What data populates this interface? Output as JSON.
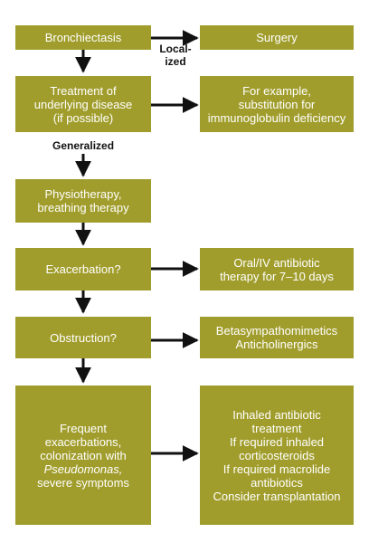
{
  "left_boxes": {
    "b1": [
      "Bronchiectasis"
    ],
    "b2": [
      "Treatment of",
      "underlying disease",
      "(if possible)"
    ],
    "b3": [
      "Physiotherapy,",
      "breathing therapy"
    ],
    "b4": [
      "Exacerbation?"
    ],
    "b5": [
      "Obstruction?"
    ],
    "b6": [
      "Frequent",
      "exacerbations,",
      "colonization with",
      "Pseudomonas,",
      "severe symptoms"
    ]
  },
  "right_boxes": {
    "r1": [
      "Surgery"
    ],
    "r2": [
      "For example,",
      "substitution for",
      "immunoglobulin deficiency"
    ],
    "r3": [
      "Oral/IV antibiotic",
      "therapy for 7–10 days"
    ],
    "r4": [
      "Betasympathomimetics",
      "Anticholinergics"
    ],
    "r5": [
      "Inhaled antibiotic",
      "treatment",
      "If required inhaled",
      "corticosteroids",
      "If required macrolide",
      "antibiotics",
      "Consider transplantation"
    ]
  },
  "labels": {
    "localized_1": "Local-",
    "localized_2": "ized",
    "generalized": "Generalized"
  }
}
